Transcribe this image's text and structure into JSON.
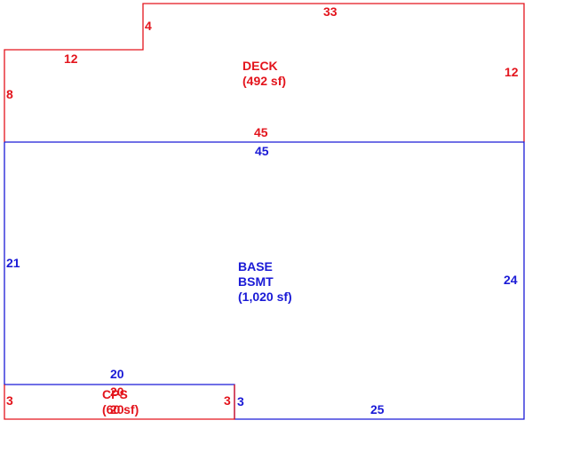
{
  "colors": {
    "deck": "#e3141c",
    "base": "#1a1ad6"
  },
  "deck": {
    "name": "DECK",
    "area": "(492 sf)",
    "dims": {
      "top": "33",
      "step_vertical": "4",
      "step_top": "12",
      "left": "8",
      "right": "12",
      "bottom": "45"
    }
  },
  "base": {
    "name_line1": "BASE",
    "name_line2": "BSMT",
    "area": "(1,020 sf)",
    "dims": {
      "top": "45",
      "left": "21",
      "right": "24",
      "bottom": "25",
      "notch_top": "20",
      "notch_side": "3"
    }
  },
  "cps": {
    "name": "CPS",
    "area": "(60 sf)",
    "dims": {
      "top": "20",
      "bottom": "20",
      "left": "3",
      "right": "3"
    }
  }
}
